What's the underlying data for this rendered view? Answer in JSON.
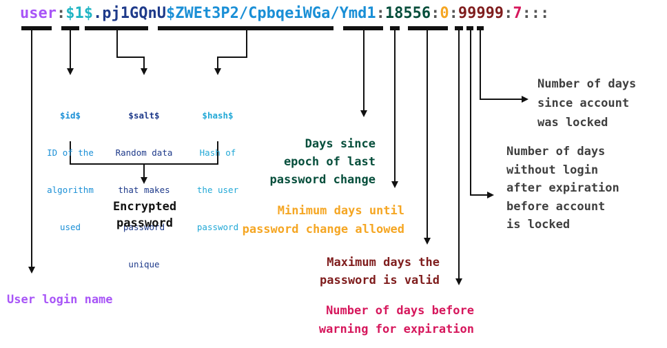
{
  "colors": {
    "user": "#a855f7",
    "id": "#22b5c4",
    "salt": "#1e3a8a",
    "hash": "#1a8fd6",
    "lastchange": "#064e3b",
    "min": "#f5a623",
    "max": "#7f1d1d",
    "warn": "#d6175c",
    "gray": "#3f3f3f",
    "sep": "#555555"
  },
  "shadow_line": {
    "user": "user",
    "sep1": ":",
    "id": "$1$",
    "salt": ".pj1GQnU",
    "hash": "$ZWEt3P2/CpbqeiWGa/Ymd1",
    "sep2": ":",
    "lastchange": "18556",
    "sep3": ":",
    "min": "0",
    "sep4": ":",
    "max": "99999",
    "sep5": ":",
    "warn": "7",
    "tail": ":::"
  },
  "parts": {
    "id": {
      "title": "$id$",
      "lines": [
        "ID of the",
        "algorithm",
        "used"
      ]
    },
    "salt": {
      "title": "$salt$",
      "lines": [
        "Random data",
        "that makes",
        "password",
        "unique"
      ]
    },
    "hash": {
      "title": "$hash$",
      "lines": [
        "Hash of",
        "the user",
        "password"
      ]
    }
  },
  "labels": {
    "encrypted": [
      "Encrypted",
      "password"
    ],
    "user_login": "User login name",
    "last_change": [
      "Days since",
      "epoch of last",
      "password change"
    ],
    "min_days": [
      "Minimum days until",
      "password change allowed"
    ],
    "max_days": [
      "Maximum days the",
      "password is valid"
    ],
    "warn_days": [
      "Number of days before",
      "warning for expiration"
    ],
    "inactive": [
      "Number of days",
      "without login",
      "after expiration",
      "before account",
      "is locked"
    ],
    "expire": [
      "Number of days",
      "since account",
      "was locked"
    ]
  }
}
